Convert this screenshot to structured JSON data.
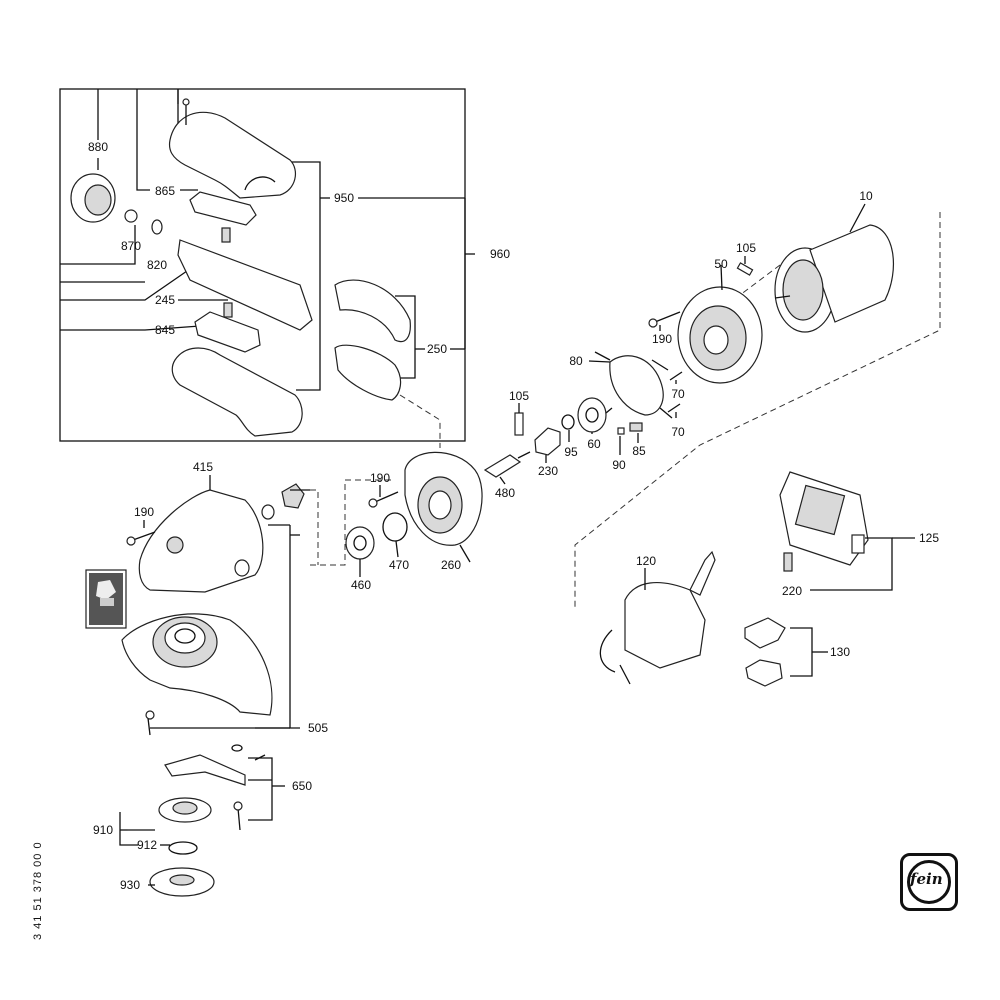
{
  "document_number": "3 41 51 378 00 0",
  "brand": {
    "logo_text": "fein"
  },
  "parts": [
    {
      "id": "p880",
      "label": "880"
    },
    {
      "id": "p865",
      "label": "865"
    },
    {
      "id": "p950",
      "label": "950"
    },
    {
      "id": "p870",
      "label": "870"
    },
    {
      "id": "p820",
      "label": "820"
    },
    {
      "id": "p245",
      "label": "245"
    },
    {
      "id": "p845",
      "label": "845"
    },
    {
      "id": "p960",
      "label": "960"
    },
    {
      "id": "p250",
      "label": "250"
    },
    {
      "id": "p10",
      "label": "10"
    },
    {
      "id": "p105a",
      "label": "105"
    },
    {
      "id": "p50",
      "label": "50"
    },
    {
      "id": "p190a",
      "label": "190"
    },
    {
      "id": "p80",
      "label": "80"
    },
    {
      "id": "p70a",
      "label": "70"
    },
    {
      "id": "p70b",
      "label": "70"
    },
    {
      "id": "p105b",
      "label": "105"
    },
    {
      "id": "p95",
      "label": "95"
    },
    {
      "id": "p60",
      "label": "60"
    },
    {
      "id": "p90",
      "label": "90"
    },
    {
      "id": "p85",
      "label": "85"
    },
    {
      "id": "p230",
      "label": "230"
    },
    {
      "id": "p480",
      "label": "480"
    },
    {
      "id": "p415",
      "label": "415"
    },
    {
      "id": "p190b",
      "label": "190"
    },
    {
      "id": "p190c",
      "label": "190"
    },
    {
      "id": "p260",
      "label": "260"
    },
    {
      "id": "p470",
      "label": "470"
    },
    {
      "id": "p460",
      "label": "460"
    },
    {
      "id": "p125",
      "label": "125"
    },
    {
      "id": "p120",
      "label": "120"
    },
    {
      "id": "p220",
      "label": "220"
    },
    {
      "id": "p130",
      "label": "130"
    },
    {
      "id": "p505",
      "label": "505"
    },
    {
      "id": "p650",
      "label": "650"
    },
    {
      "id": "p910",
      "label": "910"
    },
    {
      "id": "p912",
      "label": "912"
    },
    {
      "id": "p930",
      "label": "930"
    }
  ]
}
